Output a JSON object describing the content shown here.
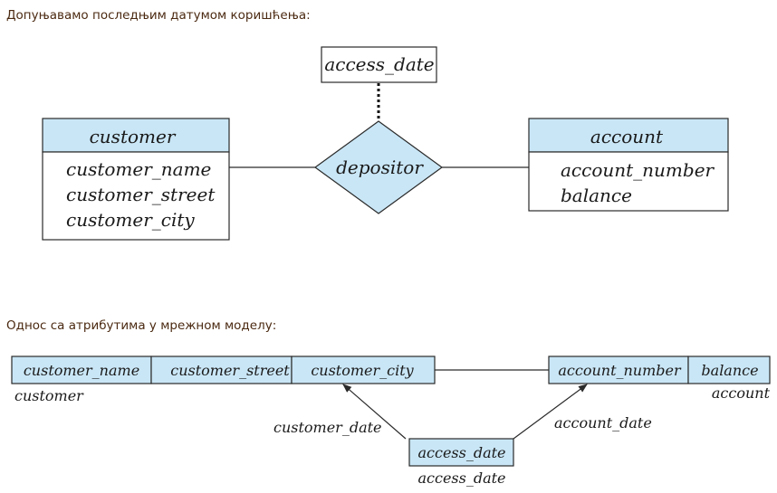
{
  "headings": {
    "er": "Допуњавамо последњим датумом коришћења:",
    "network": "Однос са атрибутима у мрежном моделу:"
  },
  "er": {
    "customer": {
      "name": "customer",
      "attributes": [
        "customer_name",
        "customer_street",
        "customer_city"
      ]
    },
    "relationship": "depositor",
    "relationship_attribute": "access_date",
    "account": {
      "name": "account",
      "attributes": [
        "account_number",
        "balance"
      ]
    }
  },
  "network": {
    "customer_fields": [
      "customer_name",
      "customer_street",
      "customer_city"
    ],
    "customer_label": "customer",
    "account_fields": [
      "account_number",
      "balance"
    ],
    "account_label": "account",
    "access_record": "access_date",
    "access_label": "access_date",
    "link_customer": "customer_date",
    "link_account": "account_date"
  },
  "colors": {
    "fill": "#c9e6f6",
    "stroke": "#2a2a2a",
    "heading": "#4b2a12"
  }
}
